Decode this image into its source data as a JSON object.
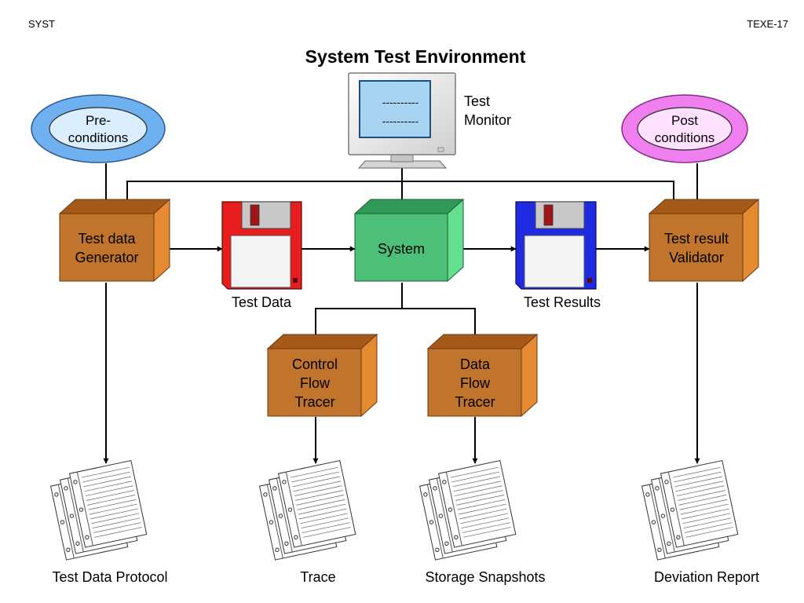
{
  "header": {
    "left": "SYST",
    "right": "TEXE-17"
  },
  "title": "System Test Environment",
  "monitor": {
    "screen_line_1": "----------",
    "screen_line_2": "----------",
    "label_line_1": "Test",
    "label_line_2": "Monitor"
  },
  "ovals": {
    "pre": {
      "line1": "Pre-",
      "line2": "conditions",
      "color": "#6FB1F0"
    },
    "post": {
      "line1": "Post",
      "line2": "conditions",
      "color": "#EF7FEF"
    }
  },
  "boxes": {
    "generator": {
      "line1": "Test data",
      "line2": "Generator"
    },
    "system": {
      "line1": "System"
    },
    "validator": {
      "line1": "Test result",
      "line2": "Validator"
    },
    "cft": {
      "line1": "Control",
      "line2": "Flow",
      "line3": "Tracer"
    },
    "dft": {
      "line1": "Data",
      "line2": "Flow",
      "line3": "Tracer"
    }
  },
  "disks": {
    "test_data": {
      "label": "Test Data",
      "color": "#E81E1E"
    },
    "test_results": {
      "label": "Test Results",
      "color": "#1E2BE0"
    }
  },
  "documents": {
    "protocol": "Test Data Protocol",
    "trace": "Trace",
    "snapshots": "Storage Snapshots",
    "deviation": "Deviation Report"
  },
  "colors": {
    "orange_box": "#C1742C",
    "system_box": "#4CC078",
    "monitor_screen": "#A8D4F4"
  }
}
